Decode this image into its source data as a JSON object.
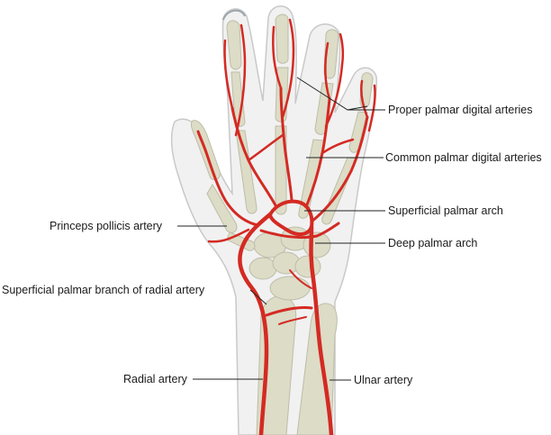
{
  "labels": {
    "proper_palmar_digital": "Proper palmar digital arteries",
    "common_palmar_digital": "Common palmar digital arteries",
    "superficial_palmar_arch": "Superficial palmar arch",
    "deep_palmar_arch": "Deep palmar arch",
    "princeps_pollicis": "Princeps pollicis artery",
    "superficial_palmar_branch": "Superficial palmar branch of radial artery",
    "radial_artery": "Radial artery",
    "ulnar_artery": "Ulnar artery"
  },
  "colors": {
    "artery": "#d42a23",
    "bone": "#dcdcc7",
    "bone_outline": "#b9b9a6",
    "skin": "#f0f0f0",
    "skin_outline": "#c8c8c8",
    "leader": "#222222"
  }
}
